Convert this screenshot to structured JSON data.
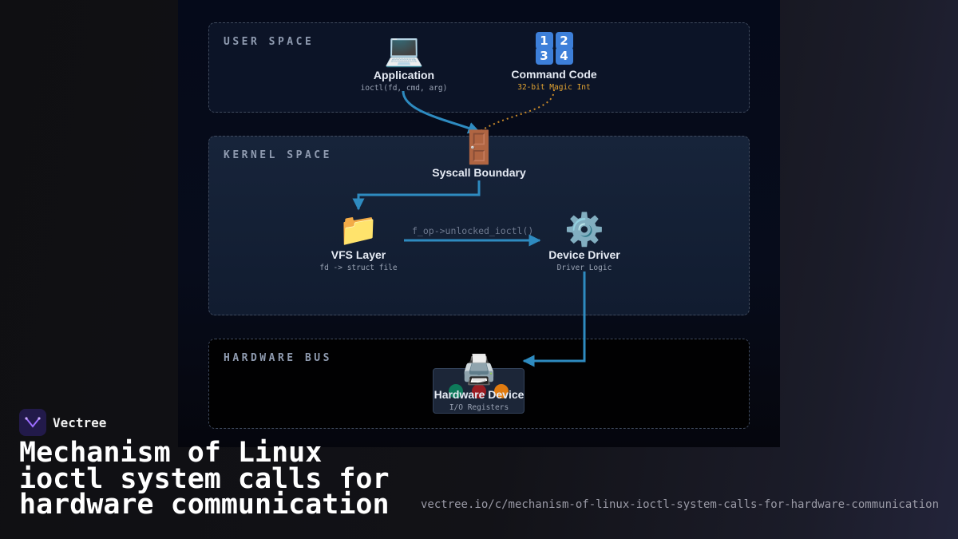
{
  "zones": {
    "user": "USER SPACE",
    "kernel": "KERNEL SPACE",
    "hardware": "HARDWARE BUS"
  },
  "nodes": {
    "application": {
      "icon": "laptop-icon",
      "glyph": "💻",
      "title": "Application",
      "sub": "ioctl(fd, cmd, arg)"
    },
    "command_code": {
      "icon": "numbers-1234-icon",
      "digits": [
        "1",
        "2",
        "3",
        "4"
      ],
      "title": "Command Code",
      "sub": "32-bit Magic Int"
    },
    "syscall": {
      "icon": "door-icon",
      "glyph": "🚪",
      "title": "Syscall Boundary"
    },
    "vfs": {
      "icon": "folder-icon",
      "glyph": "📁",
      "title": "VFS Layer",
      "sub": "fd -> struct file"
    },
    "driver": {
      "icon": "gear-icon",
      "glyph": "⚙️",
      "title": "Device Driver",
      "sub": "Driver Logic"
    },
    "hardware": {
      "icon": "printer-icon",
      "glyph": "🖨️",
      "title": "Hardware Device",
      "sub": "I/O Registers"
    }
  },
  "edges": {
    "vfs_to_driver": "f_op->unlocked_ioctl()"
  },
  "colors": {
    "arrow": "#2e8bc0",
    "dotted": "#c98a2a",
    "accent": "#e5a532",
    "led_green": "#0e7a5a",
    "led_red": "#9a1c22",
    "led_orange": "#e07b10"
  },
  "footer": {
    "brand": "Vectree",
    "title": "Mechanism of Linux ioctl system calls for hardware communication",
    "url": "vectree.io/c/mechanism-of-linux-ioctl-system-calls-for-hardware-communication"
  }
}
